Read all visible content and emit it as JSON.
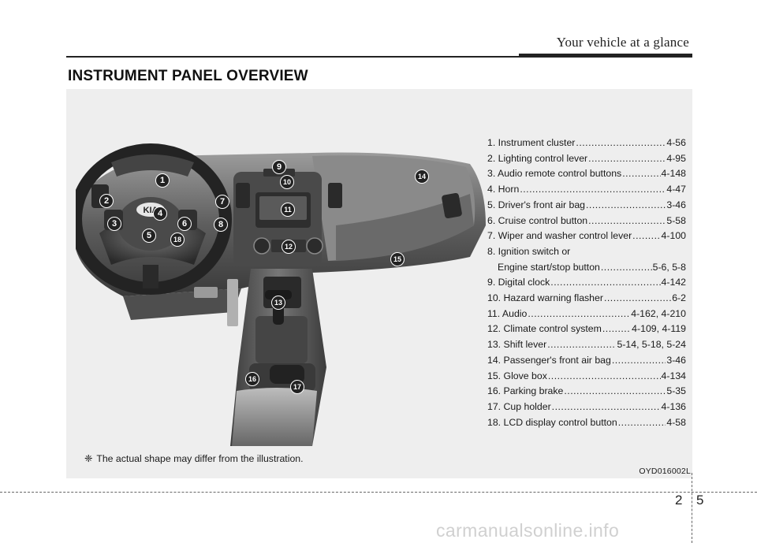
{
  "header": {
    "section_title": "Your vehicle at a glance",
    "heading": "INSTRUMENT PANEL OVERVIEW"
  },
  "legend": [
    {
      "label": "1. Instrument cluster",
      "page": "4-56"
    },
    {
      "label": "2. Lighting control lever",
      "page": "4-95"
    },
    {
      "label": "3. Audio remote control buttons",
      "page": "4-148"
    },
    {
      "label": "4. Horn",
      "page": "4-47"
    },
    {
      "label": "5. Driver's front air bag",
      "page": "3-46"
    },
    {
      "label": "6. Cruise control button",
      "page": "5-58"
    },
    {
      "label": "7. Wiper and washer control lever",
      "page": "4-100"
    },
    {
      "label": "8. Ignition switch or",
      "page": ""
    },
    {
      "label": "Engine start/stop button",
      "page": "5-6, 5-8"
    },
    {
      "label": "9. Digital clock",
      "page": "4-142"
    },
    {
      "label": "10. Hazard warning flasher",
      "page": "6-2"
    },
    {
      "label": "11. Audio",
      "page": "4-162, 4-210"
    },
    {
      "label": "12. Climate control system",
      "page": "4-109, 4-119"
    },
    {
      "label": "13. Shift lever",
      "page": "5-14, 5-18, 5-24"
    },
    {
      "label": "14. Passenger's front air bag",
      "page": "3-46"
    },
    {
      "label": "15. Glove box",
      "page": "4-134"
    },
    {
      "label": "16. Parking brake",
      "page": "5-35"
    },
    {
      "label": "17. Cup holder",
      "page": "4-136"
    },
    {
      "label": "18. LCD display control button",
      "page": "4-58"
    }
  ],
  "illustration": {
    "markers": [
      "1",
      "2",
      "3",
      "4",
      "5",
      "6",
      "7",
      "8",
      "9",
      "10",
      "11",
      "12",
      "13",
      "14",
      "15",
      "16",
      "17",
      "18"
    ],
    "wheel_logo": "KIA"
  },
  "note": {
    "symbol": "❈",
    "text": "The actual shape may differ from the illustration."
  },
  "image_code": "OYD016002L",
  "footer": {
    "chapter": "2",
    "page": "5",
    "watermark": "carmanualsonline.info"
  },
  "colors": {
    "panel_background": "#eeeeee",
    "marker_fill": "#222222",
    "marker_text": "#ffffff"
  }
}
